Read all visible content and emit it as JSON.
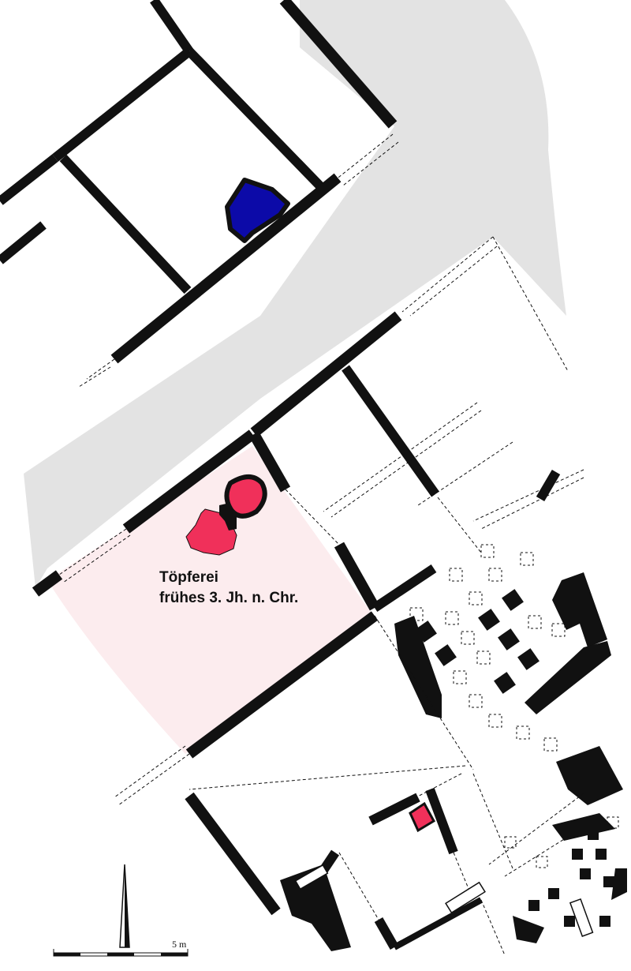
{
  "annotation": {
    "line1": "Töpferei",
    "line2": "frühes 3. Jh. n. Chr."
  },
  "scale_bar": {
    "label": "5 m"
  },
  "north_arrow": {
    "icon": "north-arrow-icon"
  },
  "colors": {
    "street": "#e3e3e3",
    "wall": "#111111",
    "pottery_area": "#fcecee",
    "kiln_red": "#f0305a",
    "kiln_blue": "#0c0aa8",
    "outline_dashed": "#111111"
  }
}
